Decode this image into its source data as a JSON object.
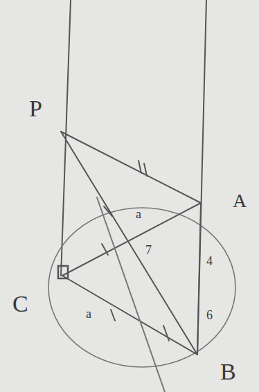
{
  "diagram": {
    "labels": [
      "P",
      "A",
      "C",
      "B",
      "a",
      "7",
      "4",
      "6",
      "a"
    ]
  }
}
